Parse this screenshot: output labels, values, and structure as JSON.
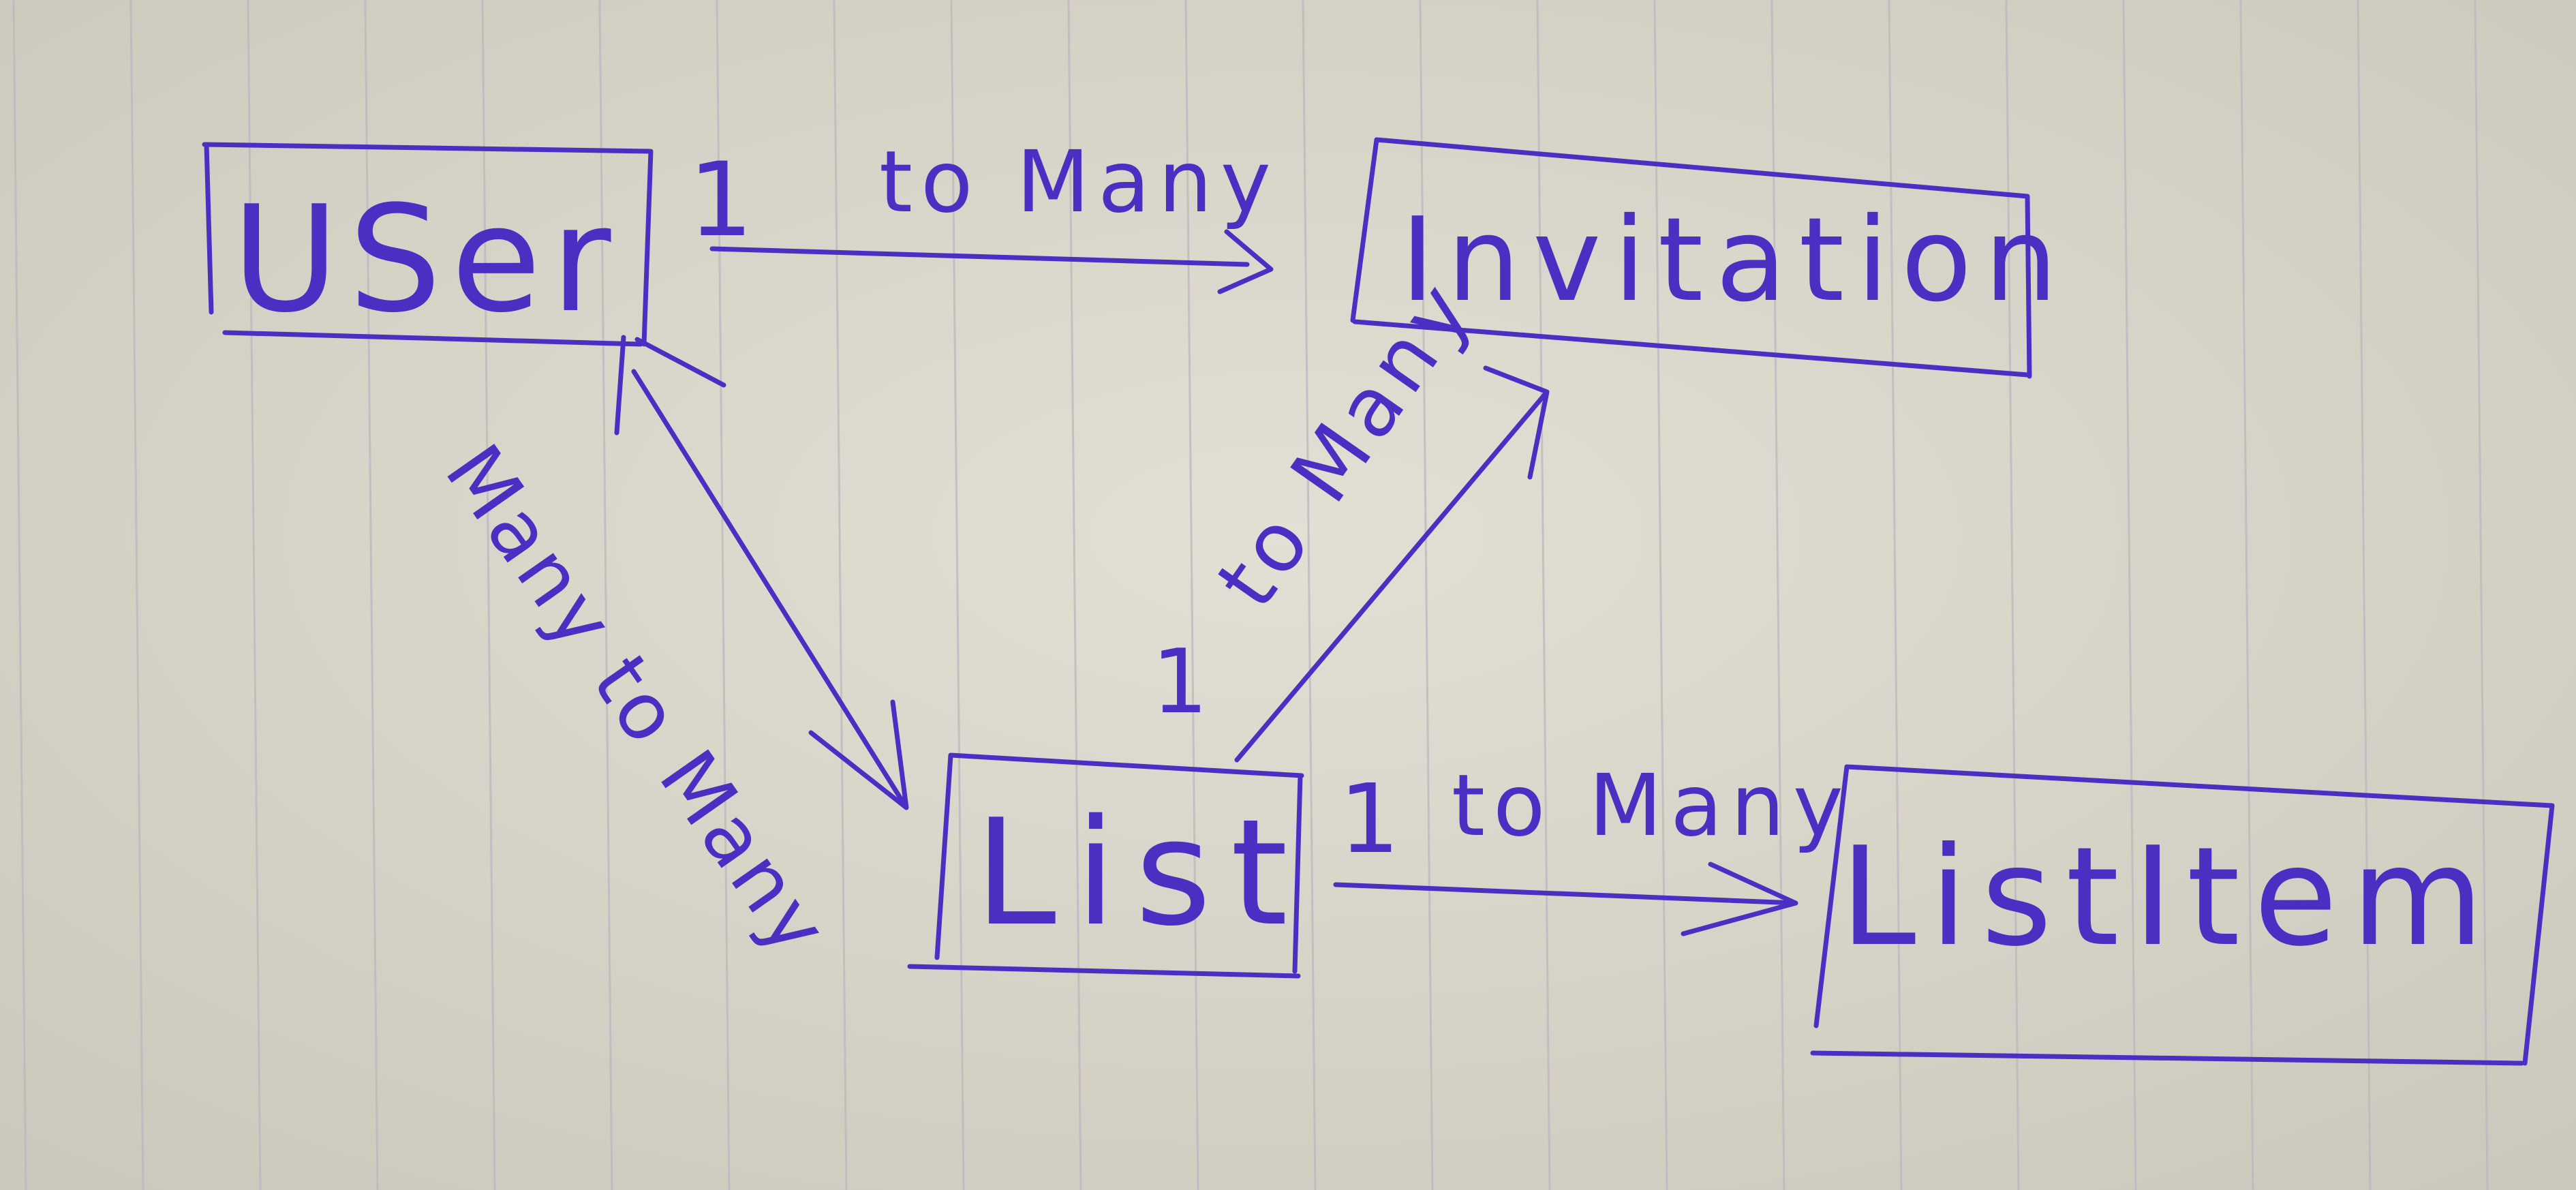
{
  "diagram": {
    "colors": {
      "paper": "#dcd8cc",
      "paper_shade": "#cfcbbf",
      "rule_line": "#b9b8c0",
      "ink": "#4b2fc2"
    },
    "entities": [
      {
        "id": "user",
        "label": "USer"
      },
      {
        "id": "invitation",
        "label": "Invitation"
      },
      {
        "id": "list",
        "label": "List"
      },
      {
        "id": "listitem",
        "label": "ListItem"
      }
    ],
    "relationships": [
      {
        "from": "user",
        "to": "invitation",
        "from_card": "1",
        "label": "to Many"
      },
      {
        "from": "user",
        "to": "list",
        "label": "Many to Many"
      },
      {
        "from": "list",
        "to": "invitation",
        "from_card": "1",
        "label": "to Many"
      },
      {
        "from": "list",
        "to": "listitem",
        "from_card": "1",
        "label": "to Many"
      }
    ]
  }
}
